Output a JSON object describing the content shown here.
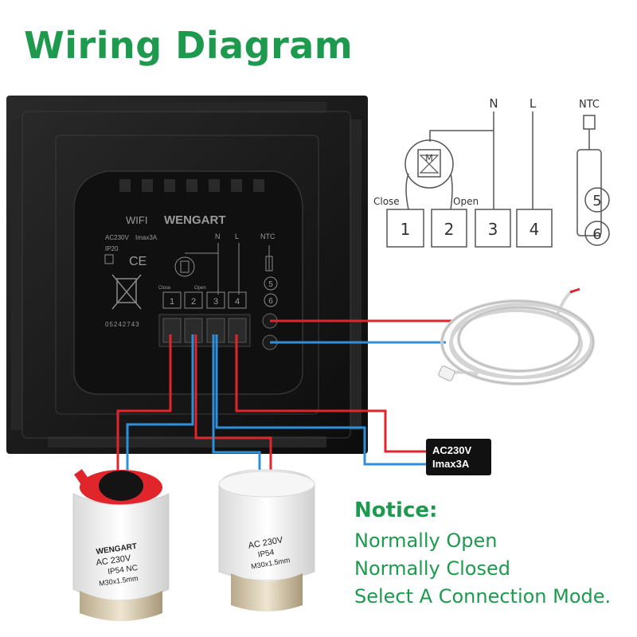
{
  "title": "Wiring Diagram",
  "schematic": {
    "top_labels": [
      "N",
      "L",
      "NTC"
    ],
    "valve_labels": {
      "close": "Close",
      "open": "Open"
    },
    "terminals": [
      "1",
      "2",
      "3",
      "4"
    ],
    "ntc_terminals": [
      "5",
      "6"
    ],
    "motor_glyph": "M"
  },
  "device": {
    "wifi_label": "WIFI",
    "brand": "WENGART",
    "rating": "AC230V",
    "current": "Imax3A",
    "ip_rating": "IP20",
    "ce_mark": "CE",
    "serial": "05242743",
    "top_labels": [
      "N",
      "L",
      "NTC"
    ],
    "valve_labels": {
      "close": "Close",
      "open": "Open"
    },
    "terminals": [
      "1",
      "2",
      "3",
      "4"
    ],
    "ntc_terminals": [
      "5",
      "6"
    ]
  },
  "power_box": {
    "line1": "AC230V",
    "line2": "Imax3A"
  },
  "actuator_nc": {
    "brand": "WENGART",
    "rating": "AC 230V",
    "ip": "IP54 NC",
    "thread": "M30x1.5mm"
  },
  "actuator_no": {
    "rating": "AC 230V",
    "ip": "IP54",
    "thread": "M30x1.5mm"
  },
  "notice": {
    "heading": "Notice:",
    "lines": [
      "Normally Open",
      "Normally Closed",
      "Select A Connection Mode."
    ]
  },
  "colors": {
    "title_green": "#1e9a4e",
    "wire_red": "#e0262b",
    "wire_blue": "#2f8fd8",
    "device_black": "#141414"
  }
}
